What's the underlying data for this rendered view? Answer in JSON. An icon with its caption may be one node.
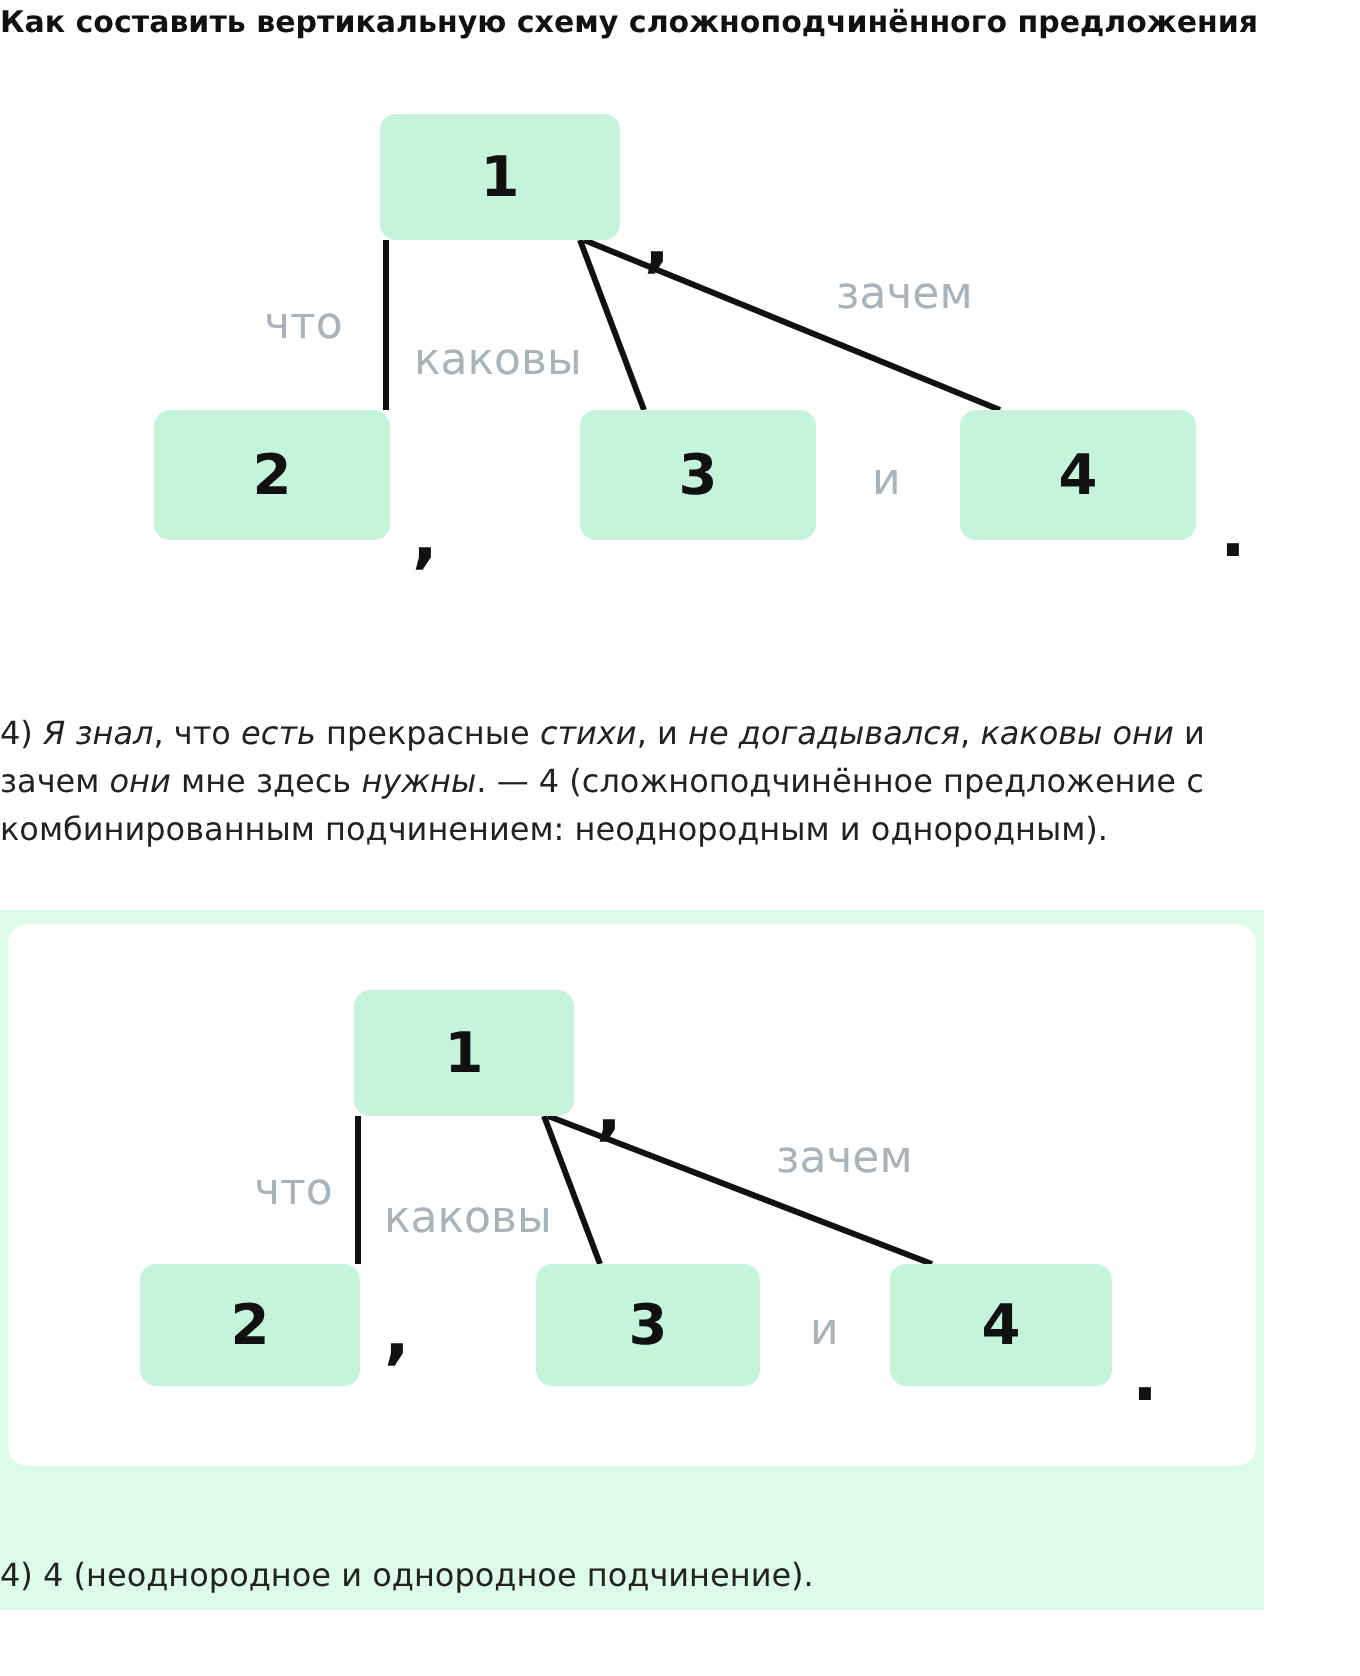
{
  "diagram": {
    "title": "Как составить вертикальную схему сложноподчинённого предложения",
    "nodes": [
      {
        "text": [
          "1"
        ],
        "beside": [
          ","
        ]
      },
      {
        "text": [
          "2"
        ],
        "beside": [
          ","
        ]
      },
      {
        "text": [
          "3"
        ]
      },
      {
        "text": [
          "4"
        ],
        "beside": [
          "."
        ]
      },
      {
        "text": [
          "1"
        ],
        "beside": [
          ","
        ]
      },
      {
        "text": [
          "2"
        ],
        "beside": [
          ","
        ]
      },
      {
        "text": [
          "3"
        ]
      },
      {
        "text": [
          "4"
        ],
        "beside": [
          "."
        ]
      }
    ],
    "edges": [
      {
        "from": 0,
        "to": 1,
        "arrow": "none",
        "label": "что"
      },
      {
        "from": 0,
        "to": 2,
        "arrow": "none",
        "label": "каковы"
      },
      {
        "from": 0,
        "to": 3,
        "arrow": "none",
        "label": "зачем"
      },
      {
        "from": 4,
        "to": 5,
        "arrow": "none",
        "label": "что"
      },
      {
        "from": 4,
        "to": 6,
        "arrow": "none",
        "label": "каковы"
      },
      {
        "from": 4,
        "to": 7,
        "arrow": "none",
        "label": "зачем"
      }
    ],
    "labels": [
      "и",
      "4) *Я знал*, что *есть* прекрасные *стихи*, и *не догадывался*, *каковы они* и зачем *они* мне здесь *нужны*. — 4 (сложноподчинённое предложение с комбинированным подчинением: неоднородным и однородным).",
      "и",
      "4) 4 (неоднородное и однородное подчинение)."
    ]
  }
}
